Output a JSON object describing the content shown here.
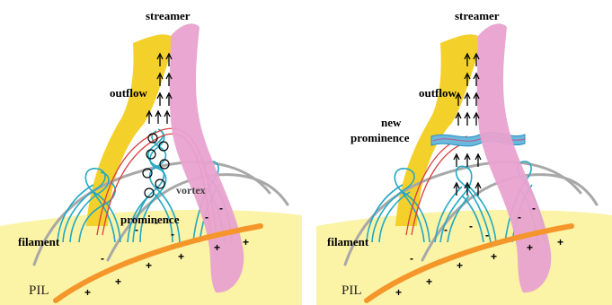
{
  "panels": [
    {
      "labels": {
        "streamer": "streamer",
        "outflow": "outflow",
        "vortex": "vortex",
        "prominence": "prominence",
        "filament": "filament",
        "pil": "PIL"
      }
    },
    {
      "labels": {
        "streamer": "streamer",
        "outflow": "outflow",
        "new_prominence_line1": "new",
        "new_prominence_line2": "prominence",
        "filament": "filament",
        "pil": "PIL"
      }
    }
  ],
  "polarity": {
    "plus": "+",
    "minus": "-"
  },
  "colors": {
    "photosphere": "#fbf3a6",
    "streamer_yellow": "#f4d12a",
    "streamer_pink": "#e8a2cf",
    "field_lines": "#22a8c4",
    "pil": "#f5962a",
    "grey_loops": "#a8a8a8",
    "red_lines": "#d84040"
  }
}
